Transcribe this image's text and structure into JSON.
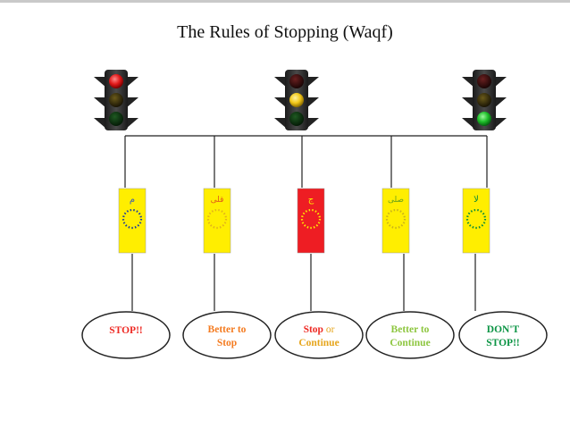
{
  "title": "The Rules of Stopping (Waqf)",
  "colors": {
    "red": "#ee2a24",
    "orange": "#f47b20",
    "yellow_text": "#e6a51c",
    "light_green": "#8dc63f",
    "green": "#0b9444",
    "panel_yellow": "#ffee00",
    "panel_red": "#ee1d23",
    "line": "#222222"
  },
  "traffic_lights": [
    {
      "name": "red-light",
      "active": "red"
    },
    {
      "name": "yellow-light",
      "active": "yellow"
    },
    {
      "name": "green-light",
      "active": "green"
    }
  ],
  "signs": [
    {
      "symbol": "م",
      "panel": "yellow",
      "dots": "blue"
    },
    {
      "symbol": "قلى",
      "panel": "yellow",
      "dots": "yellow"
    },
    {
      "symbol": "ج",
      "panel": "red",
      "dots": "yellow"
    },
    {
      "symbol": "صلى",
      "panel": "yellow",
      "dots": "yellow"
    },
    {
      "symbol": "لا",
      "panel": "yellow",
      "dots": "green"
    }
  ],
  "rules": [
    {
      "line1": "STOP!!",
      "line2": "",
      "color1": "red",
      "color2": "red"
    },
    {
      "line1": "Better to",
      "line2": "Stop",
      "color1": "orange",
      "color2": "orange"
    },
    {
      "line1_a": "Stop",
      "line1_b": " or",
      "line2": "Continue",
      "color1": "red",
      "color1b": "yellow_text",
      "color2": "yellow_text"
    },
    {
      "line1": "Better to",
      "line2": "Continue",
      "color1": "light_green",
      "color2": "light_green"
    },
    {
      "line1": "DON'T",
      "line2": "STOP!!",
      "color1": "green",
      "color2": "green"
    }
  ]
}
